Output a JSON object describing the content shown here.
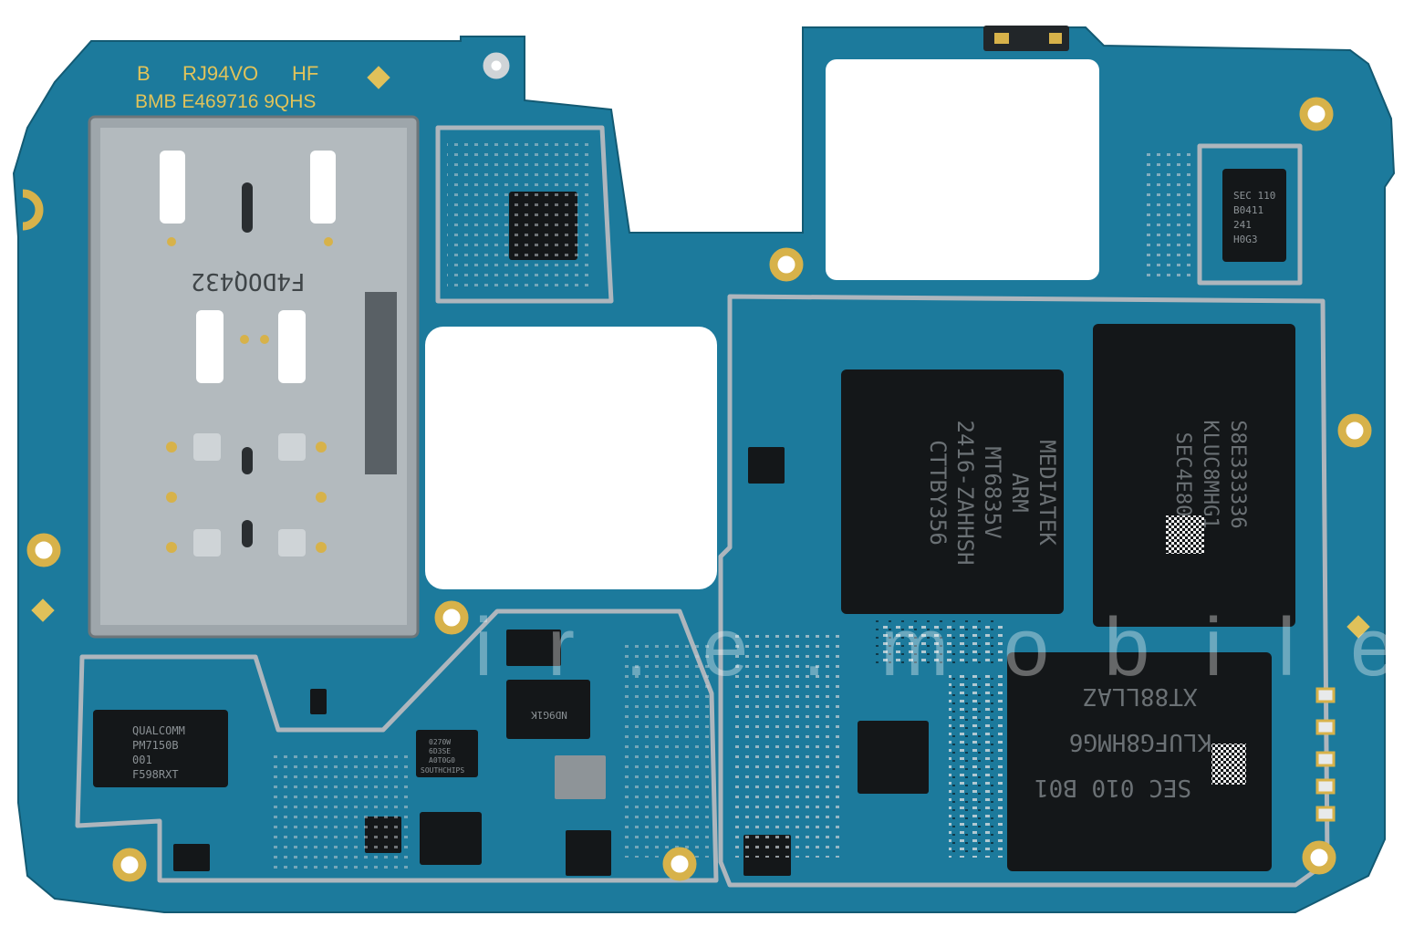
{
  "silkscreen": {
    "line1_b": "B",
    "line1_code": "RJ94VO",
    "line1_hf": "HF",
    "line2": "BMB E469716 9QHS",
    "sim_tray_code": "F4DOQ432"
  },
  "chips": {
    "soc": {
      "l1": "MEDIATEK",
      "l2": "ARM",
      "l3": "MT6835V",
      "l4": "2416-ZAHHSH",
      "l5": "CTTBY356"
    },
    "storage": {
      "l1": "SEC4E80",
      "l2": "KLUC8MHG1",
      "l3": "S8E333336"
    },
    "ram": {
      "l1": "XT88LLAZ",
      "l2": "KLUFG8HMG6",
      "l3": "SEC 010 B01"
    },
    "pmic": {
      "l1": "QUALCOMM",
      "l2": "PM7150B",
      "l3": "001",
      "l4": "F598RXT"
    },
    "small_chip": {
      "l1": "SEC 110",
      "l2": "B0411",
      "l3": "241",
      "l4": "H0G3"
    },
    "charger": {
      "l1": "0270W",
      "l2": "6D3SE",
      "l3": "A0T0G0",
      "l4": "SOUTHCHIPS"
    },
    "nd_chip": {
      "l1": "ND9G1K"
    }
  },
  "watermark": {
    "letters": "ir.e.mobile"
  },
  "colors": {
    "board": "#1f7fa0",
    "chip": "#141719",
    "gold": "#d7b24a",
    "shield": "#aeb6bd"
  }
}
